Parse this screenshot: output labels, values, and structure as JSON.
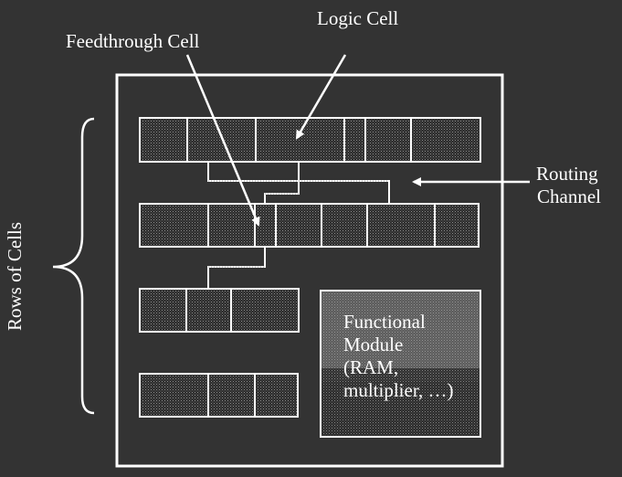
{
  "labels": {
    "logic_cell": "Logic Cell",
    "feedthrough_cell": "Feedthrough Cell",
    "routing_line1": "Routing",
    "routing_line2": "Channel",
    "rows_of_cells": "Rows of Cells",
    "module_line1": "Functional",
    "module_line2": "Module",
    "module_line3": "(RAM,",
    "module_line4": "multiplier, …)"
  },
  "colors": {
    "background": "#333333",
    "outline": "#ffffff",
    "cell_fill_dark": "#2a2a2a",
    "cell_fill_light": "#7a7a7a",
    "text": "#ffffff"
  }
}
